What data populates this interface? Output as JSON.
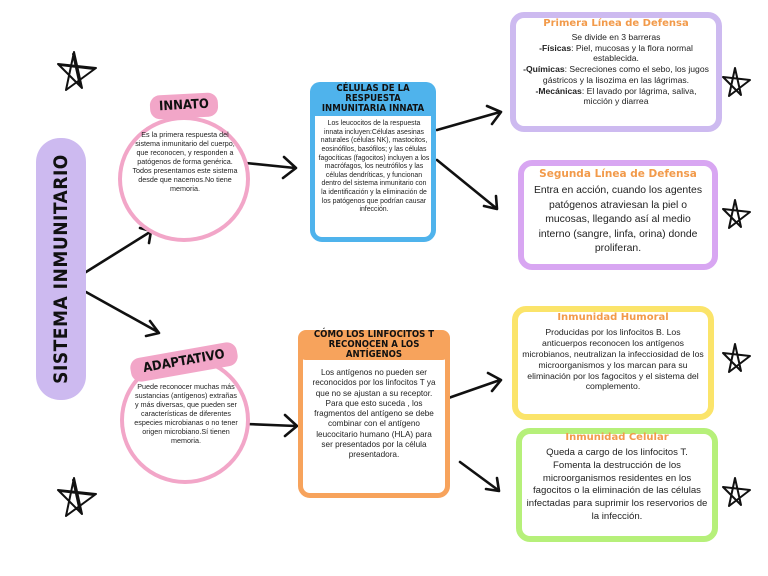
{
  "main_title": "SISTEMA INMUNITARIO",
  "innato": {
    "label": "INNATO",
    "text": "Es la primera respuesta del sistema inmunitario del cuerpo, que reconocen, y responden a patógenos de forma genérica. Todos presentamos este sistema desde que nacemos.No tiene memoria."
  },
  "adaptativo": {
    "label": "ADAPTATIVO",
    "text": "Puede reconocer muchas más sustancias (antígenos) extrañas y más diversas, que pueden ser características de diferentes especies microbianas o no tener origen microbiano.Sí tienen memoria."
  },
  "celulas": {
    "title": "CÉLULAS DE LA RESPUESTA INMUNITARIA INNATA",
    "text": "Los leucocitos de la respuesta innata incluyen:Células asesinas naturales (células NK), mastocitos, eosinófilos, basófilos; y las células fagocíticas (fagocitos) incluyen a los macrófagos, los neutrófilos y las células dendríticas, y funcionan dentro del sistema inmunitario con la identificación y la eliminación de los patógenos que podrían causar infección."
  },
  "linfocitos": {
    "title": "CÓMO LOS LINFOCITOS T RECONOCEN A LOS ANTÍGENOS",
    "text": "Los antígenos no pueden ser reconocidos por los linfocitos T ya que no se ajustan a su receptor. Para que esto suceda , los fragmentos del antígeno se debe combinar con  el antígeno leucocitario humano (HLA) para ser presentados por la célula presentadora."
  },
  "primera": {
    "title": "Primera Línea de Defensa",
    "intro": "Se divide en 3 barreras",
    "fisicas_label": "-Físicas",
    "fisicas_text": ": Piel, mucosas y la flora normal establecida.",
    "quimicas_label": "-Químicas",
    "quimicas_text": ": Secreciones como el sebo, los jugos gástricos y la lisozima en las lágrimas.",
    "mecanicas_label": "-Mecánicas",
    "mecanicas_text": ": El lavado por lágrima, saliva, micción y diarrea"
  },
  "segunda": {
    "title": "Segunda Línea de Defensa",
    "text": "Entra en acción, cuando los agentes patógenos atraviesan la piel o mucosas, llegando así al medio interno (sangre, linfa, orina) donde proliferan."
  },
  "humoral": {
    "title": "Inmunidad Humoral",
    "text": "Producidas por los linfocitos B. Los anticuerpos reconocen los antígenos microbianos, neutralizan la infecciosidad de los microorganismos y los marcan para su eliminación por los fagocitos y el sistema del complemento."
  },
  "celular": {
    "title": "Inmunidad Celular",
    "text": "Queda a cargo de los linfocitos T. Fomenta la destrucción de los microorganismos residentes en los fagocitos o la eliminación de las células infectadas para suprimir los reservorios de la infección."
  },
  "colors": {
    "lavender": "#cdbaf0",
    "pink": "#f2a6c8",
    "blue": "#4fb3ec",
    "orange": "#f7a35c",
    "purple": "#d8a6f2",
    "yellow": "#fbe46a",
    "green": "#b6f07a",
    "title_orange": "#f29a4a"
  }
}
